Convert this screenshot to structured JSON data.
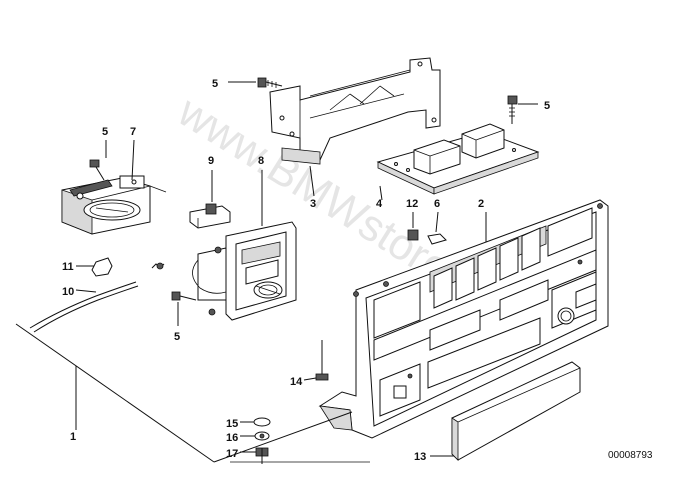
{
  "diagram": {
    "watermark": "www.BMWstore.pl",
    "part_number": "00008793",
    "callouts": [
      "1",
      "2",
      "3",
      "4",
      "5",
      "5",
      "5",
      "5",
      "6",
      "7",
      "8",
      "9",
      "10",
      "11",
      "12",
      "13",
      "14",
      "15",
      "16",
      "17"
    ]
  }
}
